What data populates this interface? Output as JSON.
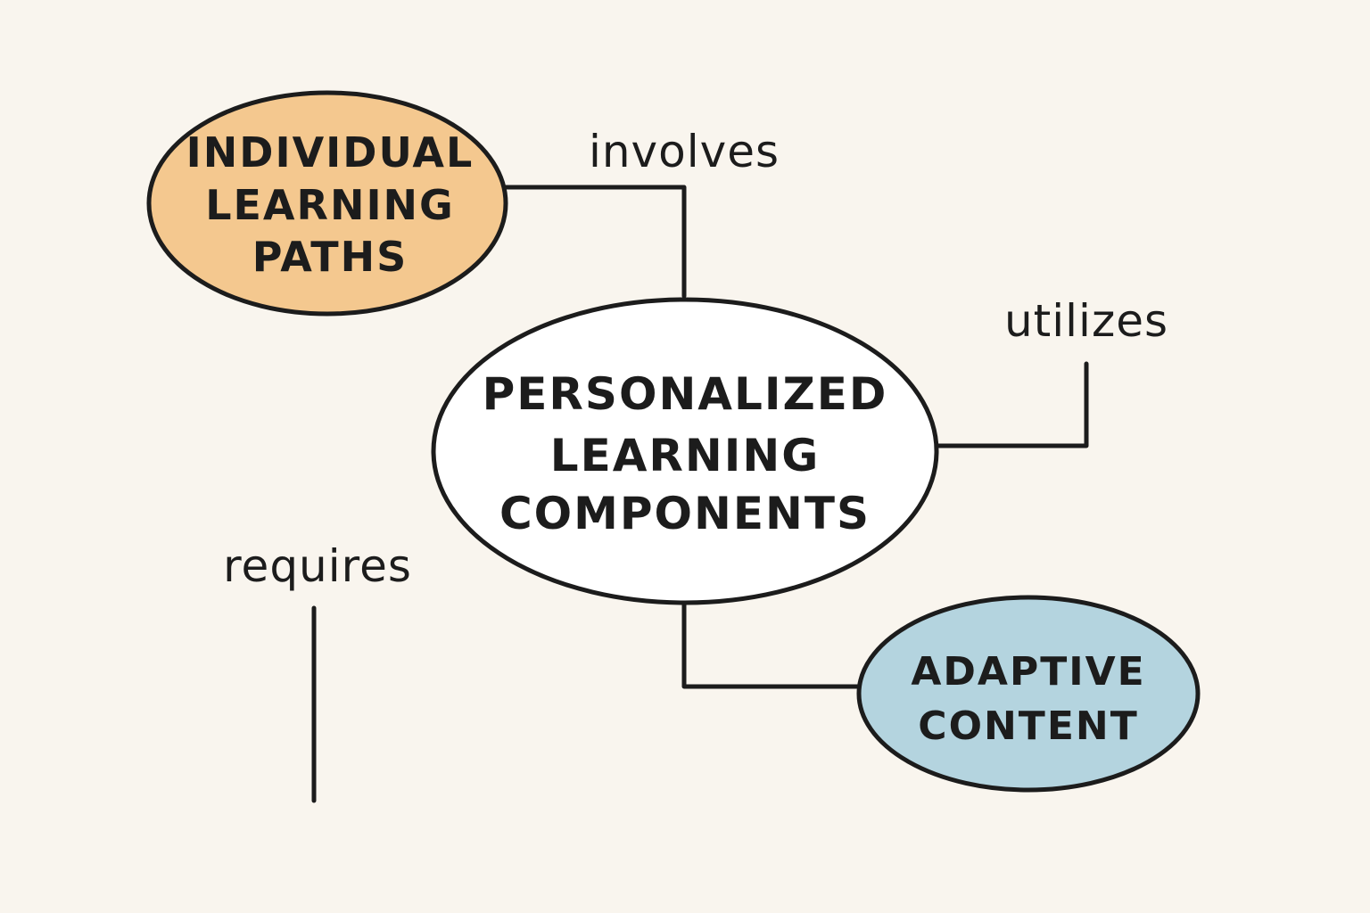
{
  "nodes": {
    "individual": {
      "lines": [
        "INDIVIDUAL",
        "LEARNING",
        "PATHS"
      ],
      "fill": "#f4c88f"
    },
    "personalized": {
      "lines": [
        "PERSONALIZED",
        "LEARNING",
        "COMPONENTS"
      ],
      "fill": "#ffffff"
    },
    "adaptive": {
      "lines": [
        "ADAPTIVE",
        "CONTENT"
      ],
      "fill": "#b4d4df"
    }
  },
  "edges": {
    "involves": "involves",
    "utilizes": "utilizes",
    "requires": "requires"
  },
  "colors": {
    "background": "#f9f5ee",
    "stroke": "#1c1c1c"
  }
}
